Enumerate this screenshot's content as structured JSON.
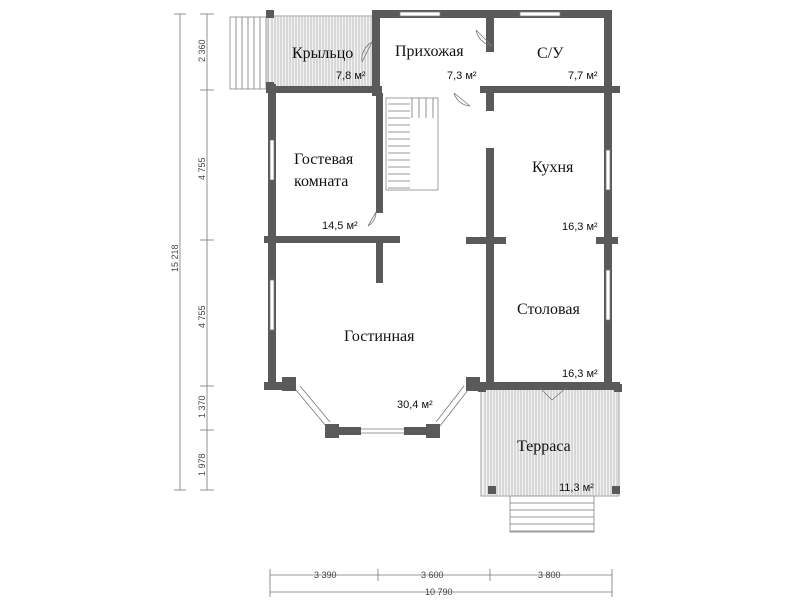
{
  "rooms": {
    "porch": {
      "name": "Крыльцо",
      "area": "7,8 м²"
    },
    "hall": {
      "name": "Прихожая",
      "area": "7,3 м²"
    },
    "bath": {
      "name": "С/У",
      "area": "7,7 м²"
    },
    "guest": {
      "name_line1": "Гостевая",
      "name_line2": "комната",
      "area": "14,5 м²"
    },
    "kitchen": {
      "name": "Кухня",
      "area": "16,3 м²"
    },
    "dining": {
      "name": "Столовая",
      "area": "16,3 м²"
    },
    "living": {
      "name": "Гостинная",
      "area": "30,4 м²"
    },
    "terrace": {
      "name": "Терраса",
      "area": "11,3 м²"
    }
  },
  "dimensions": {
    "vertical": [
      "2 360",
      "4 755",
      "15 218",
      "4 755",
      "1 370",
      "1 978"
    ],
    "horizontal": [
      "3 390",
      "3 600",
      "3 800",
      "10 790"
    ]
  },
  "colors": {
    "wall": "#5a5a5a",
    "hatch": "#aaaaaa"
  }
}
